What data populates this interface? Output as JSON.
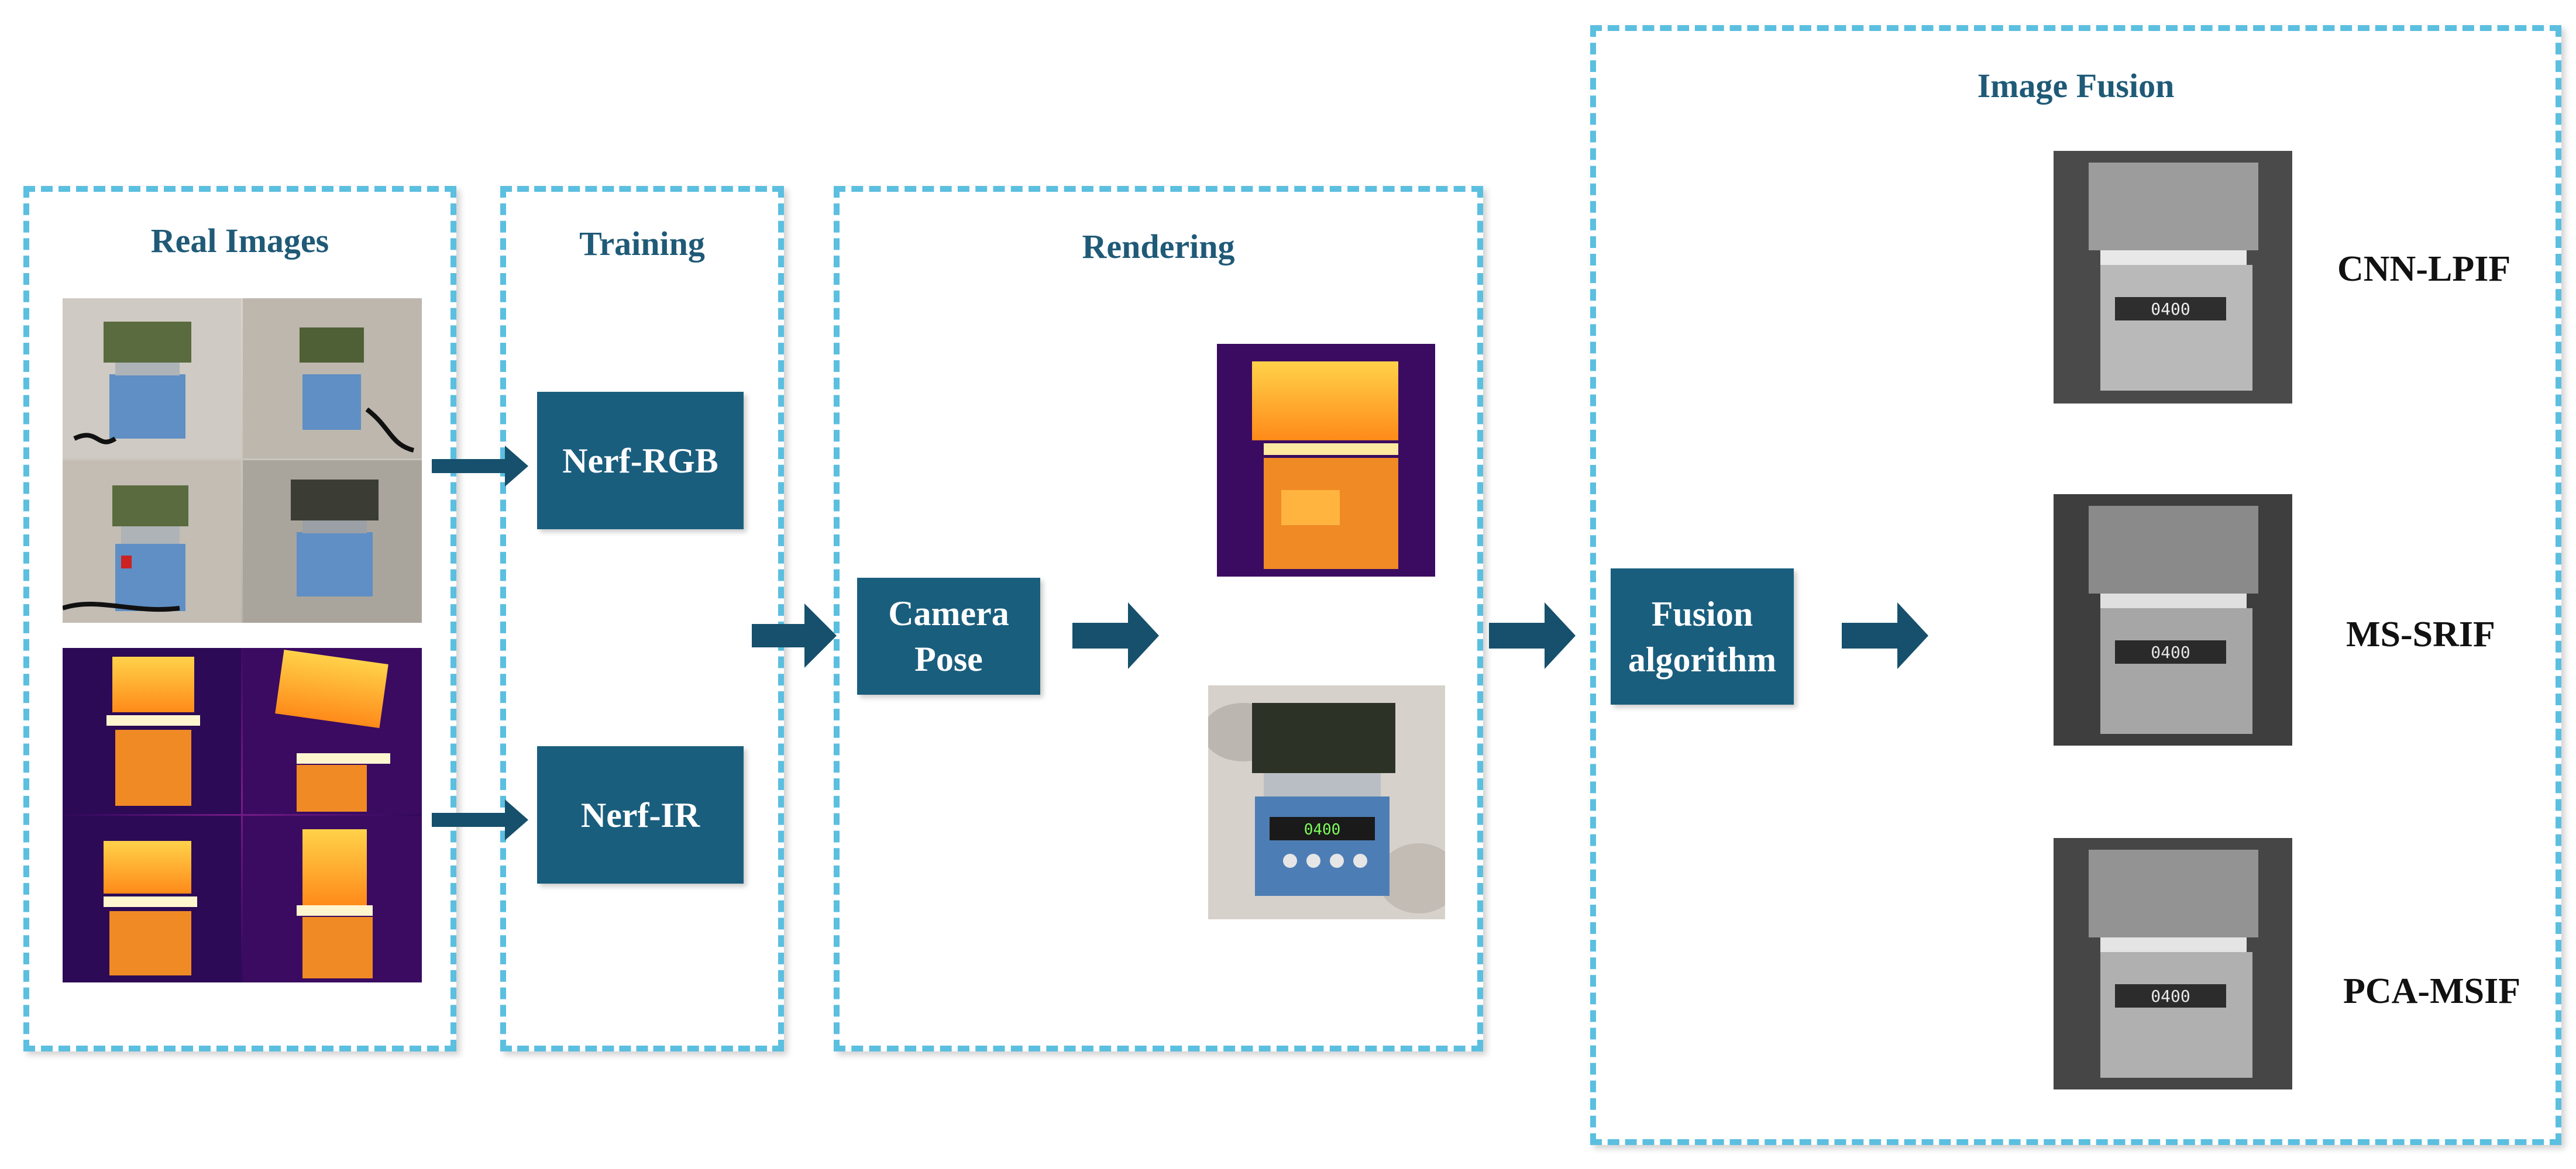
{
  "panels": {
    "real_images": {
      "title": "Real Images"
    },
    "training": {
      "title": "Training"
    },
    "rendering": {
      "title": "Rendering"
    },
    "image_fusion": {
      "title": "Image Fusion"
    }
  },
  "nodes": {
    "nerf_rgb": "Nerf-RGB",
    "nerf_ir": "Nerf-IR",
    "camera_pose": {
      "line1": "Camera",
      "line2": "Pose"
    },
    "fusion_algorithm": {
      "line1": "Fusion",
      "line2": "algorithm"
    }
  },
  "methods": [
    "CNN-LPIF",
    "MS-SRIF",
    "PCA-MSIF"
  ],
  "colors": {
    "panel_border": "#5bbfe0",
    "node_fill": "#1a5e7e",
    "title_text": "#1f5a77",
    "arrow": "#16506c"
  }
}
